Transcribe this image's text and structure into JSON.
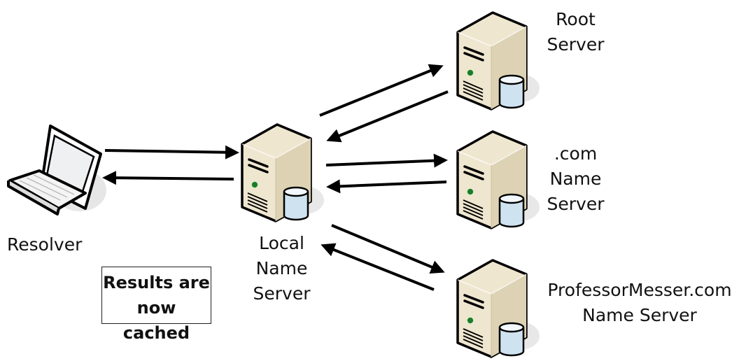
{
  "nodes": {
    "resolver": {
      "label": "Resolver"
    },
    "local": {
      "lines": [
        "Local",
        "Name",
        "Server"
      ]
    },
    "root": {
      "lines": [
        "Root",
        "Server"
      ]
    },
    "com": {
      "lines": [
        ".com",
        "Name",
        "Server"
      ]
    },
    "pm": {
      "lines": [
        "ProfessorMesser.com",
        "Name Server"
      ]
    }
  },
  "note": {
    "lines": [
      "Results are",
      "now cached"
    ]
  },
  "icons": {
    "resolver": "laptop-icon",
    "servers": "server-with-database-icon"
  },
  "colors": {
    "server_body": "#efe6cf",
    "server_side": "#ddd2b4",
    "database": "#cfe2ef",
    "led": "#1e7a2a",
    "arrow": "#000000"
  }
}
